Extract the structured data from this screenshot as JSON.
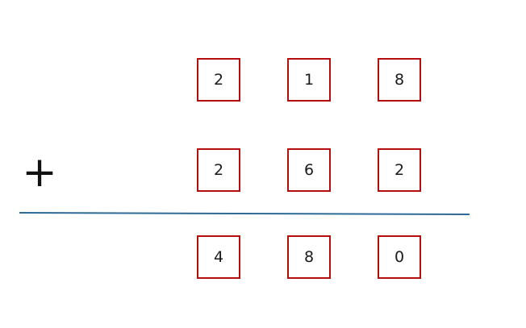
{
  "operator": "+",
  "rows": [
    {
      "digits": [
        "2",
        "1",
        "8"
      ]
    },
    {
      "digits": [
        "2",
        "6",
        "2"
      ]
    },
    {
      "digits": [
        "4",
        "8",
        "0"
      ]
    }
  ],
  "colors": {
    "box_border": "#b30d0d",
    "line": "#2e6a96",
    "text": "#1a1a1a"
  }
}
